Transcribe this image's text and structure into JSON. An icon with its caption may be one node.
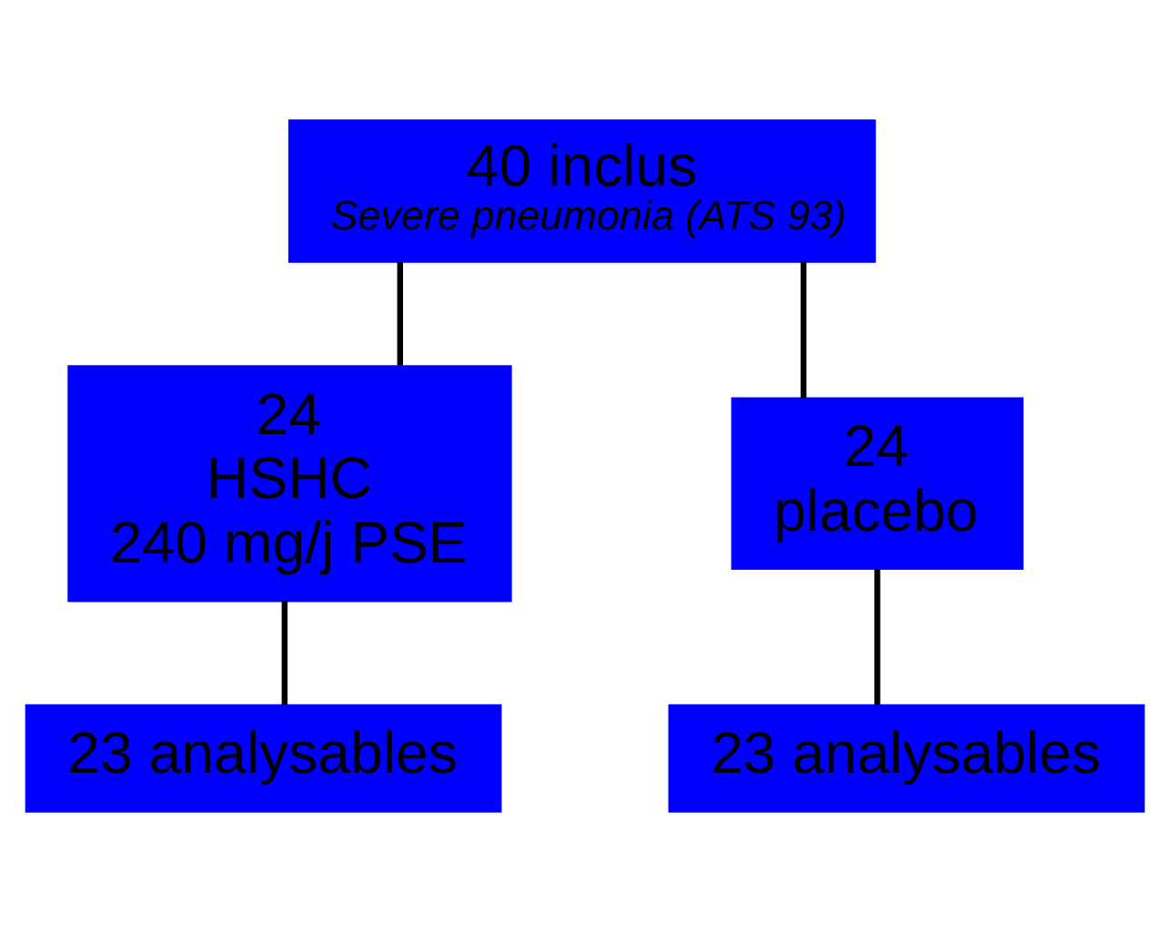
{
  "diagram": {
    "nodes": [
      {
        "text": [
          "40 inclus",
          "Severe pneumonia (ATS 93)"
        ]
      },
      {
        "text": [
          "24",
          "HSHC",
          "240 mg/j PSE"
        ]
      },
      {
        "text": [
          "24",
          "placebo"
        ]
      },
      {
        "text": [
          "23 analysables"
        ]
      },
      {
        "text": [
          "23 analysables"
        ]
      }
    ],
    "edges": [
      {
        "from": 0,
        "to": 1,
        "arrow": "none"
      },
      {
        "from": 0,
        "to": 2,
        "arrow": "none"
      },
      {
        "from": 1,
        "to": 3,
        "arrow": "none"
      },
      {
        "from": 2,
        "to": 4,
        "arrow": "none"
      }
    ]
  }
}
